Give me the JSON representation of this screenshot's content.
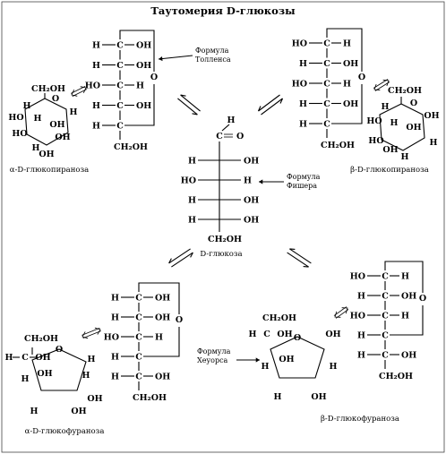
{
  "diagram": {
    "title": "Таутомерия D-глюкозы",
    "captions": {
      "center": "D-глюкоза",
      "alpha_pyranose": "α-D-глюкопираноза",
      "beta_pyranose": "β-D-глюкопираноза",
      "alpha_furanose": "α-D-глюкофураноза",
      "beta_furanose": "β-D-глюкофураноза"
    },
    "formula_labels": {
      "tollens_line1": "Формула",
      "tollens_line2": "Толленса",
      "fischer_line1": "Формула",
      "fischer_line2": "Фишера",
      "haworth_line1": "Формула",
      "haworth_line2": "Хеуорса"
    },
    "atoms": {
      "H": "H",
      "C": "C",
      "O": "O",
      "OH": "OH",
      "HO": "HO",
      "CH2OH": "CH₂OH",
      "CHO_O": "O"
    }
  }
}
